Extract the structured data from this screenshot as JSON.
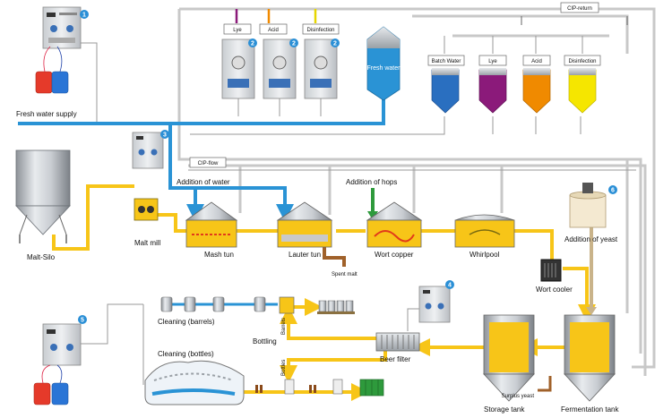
{
  "colors": {
    "fresh_water": "#2a93d5",
    "wort": "#f7c518",
    "cip_flow": "#c8c8c8",
    "lye": "#8b1a7a",
    "acid": "#f08a00",
    "disinfection": "#f5e600",
    "batch_water": "#2a6fc0",
    "yeast": "#c9b38a",
    "badge": "#2a8fd6",
    "spent": "#a0612a",
    "hops": "#2e9a3c"
  },
  "labels": {
    "fresh_water_supply": "Fresh water supply",
    "malt_silo": "Malt-Silo",
    "malt_mill": "Malt mill",
    "addition_of_water": "Addition of water",
    "addition_of_hops": "Addition of hops",
    "mash_tun": "Mash tun",
    "lauter_tun": "Lauter tun",
    "wort_copper": "Wort copper",
    "whirlpool": "Whirlpool",
    "spent_malt": "Spent malt",
    "addition_of_yeast": "Addition of yeast",
    "wort_cooler": "Wort cooler",
    "cleaning_barrels": "Cleaning (barrels)",
    "cleaning_bottles": "Cleaning (bottles)",
    "bottling": "Bottling",
    "barrels": "Barrels",
    "bottles": "Bottles",
    "beer_filter": "Beer filter",
    "storage_tank": "Storage tank",
    "fermentation_tank": "Fermentation tank",
    "surplus_yeast": "Surplus yeast",
    "cip_flow": "CIP-flow",
    "cip_return": "CIP-return",
    "fresh_water_tank": "Fresh water",
    "dosing_lye": "Lye",
    "dosing_acid": "Acid",
    "dosing_disinfection": "Disinfection",
    "tank_batch_water": "Batch Water",
    "tank_lye": "Lye",
    "tank_acid": "Acid",
    "tank_disinfection": "Disinfection"
  },
  "badges": {
    "b1": "1",
    "b2": "2",
    "b3": "3",
    "b4": "4",
    "b5": "5",
    "b6": "6"
  },
  "icons": {
    "control_cabinet": "control-cabinet-icon",
    "canister": "canister-icon",
    "tank": "tank-icon",
    "mill": "mill-icon",
    "barrel": "barrel-icon",
    "bottle": "bottle-icon",
    "crate": "crate-icon"
  }
}
